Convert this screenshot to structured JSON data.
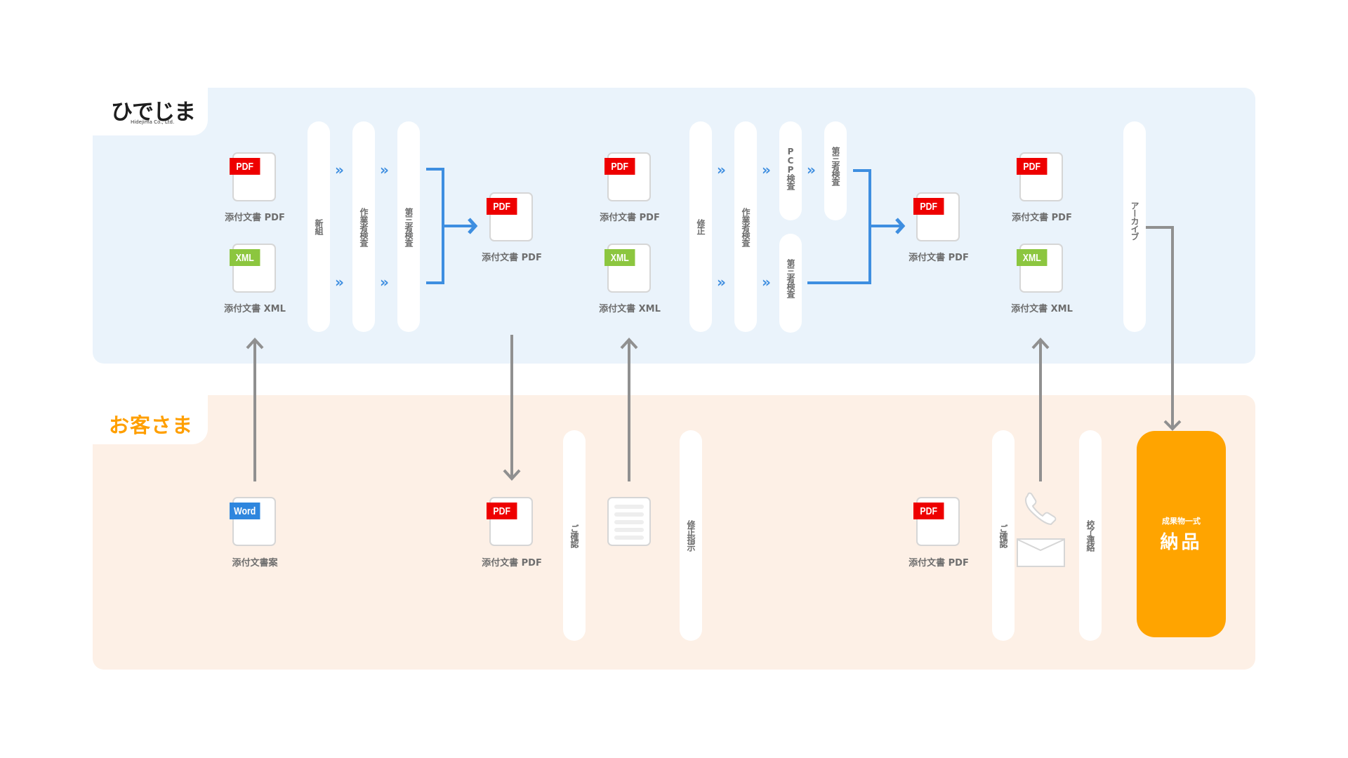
{
  "company": {
    "logo_text": "ひでじま",
    "logo_subtext": "Hidejima Co., Ltd."
  },
  "client": {
    "title": "お客さま"
  },
  "colors": {
    "company_panel": "#eaf3fb",
    "client_panel": "#fdf0e6",
    "flow_blue": "#3e8ee0",
    "flow_gray": "#909090",
    "pdf_badge": "#ee0000",
    "xml_badge": "#8cc63f",
    "word_badge": "#2e86de",
    "delivery": "#ffa400",
    "client_title": "#ff9f00"
  },
  "files": {
    "pdf1": {
      "badge": "PDF",
      "label": "添付文書 PDF"
    },
    "xml1": {
      "badge": "XML",
      "label": "添付文書 XML"
    },
    "pdf2": {
      "badge": "PDF",
      "label": "添付文書 PDF"
    },
    "pdf3": {
      "badge": "PDF",
      "label": "添付文書 PDF"
    },
    "xml3": {
      "badge": "XML",
      "label": "添付文書 XML"
    },
    "pdf4": {
      "badge": "PDF",
      "label": "添付文書 PDF"
    },
    "pdf5": {
      "badge": "PDF",
      "label": "添付文書 PDF"
    },
    "xml5": {
      "badge": "XML",
      "label": "添付文書 XML"
    },
    "word_c": {
      "badge": "Word",
      "label": "添付文書案"
    },
    "pdf_c1": {
      "badge": "PDF",
      "label": "添付文書 PDF"
    },
    "pdf_c2": {
      "badge": "PDF",
      "label": "添付文書 PDF"
    }
  },
  "steps": {
    "new_setup": "新組",
    "worker_check_1": "作業者検査",
    "third_party_check_1": "第三者検査",
    "revision": "修正",
    "worker_check_2": "作業者検査",
    "pcp_check": "PCP検査",
    "third_party_check_2": "第三者検査",
    "third_party_check_3": "第三者検査",
    "archive": "アーカイブ",
    "client_confirm_1": "ご確認",
    "revision_instruction": "修正指示",
    "client_confirm_2": "ご確認",
    "proof_complete_contact": "校了連絡"
  },
  "delivery": {
    "subtitle": "成果物一式",
    "title": "納品"
  },
  "chevron": "»"
}
